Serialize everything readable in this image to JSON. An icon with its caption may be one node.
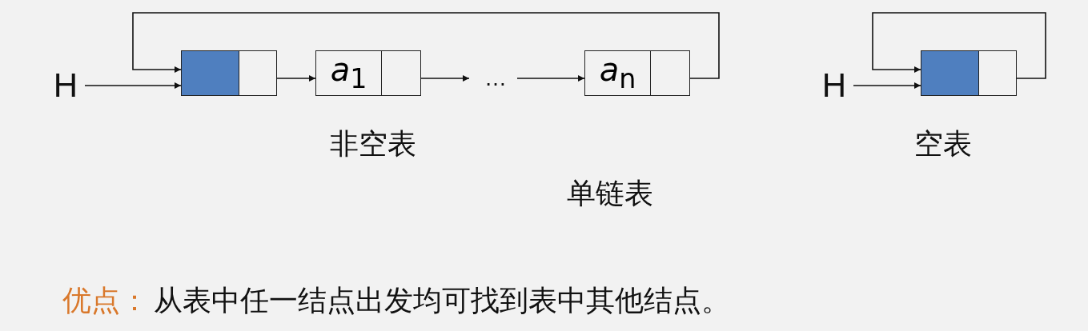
{
  "diagram": {
    "nodes": [
      {
        "text": [
          "H"
        ]
      },
      {
        "text": [],
        "shape": "box"
      },
      {
        "text": [
          "*a*$_{1}$"
        ]
      },
      {
        "text": [
          "…"
        ]
      },
      {
        "text": [
          "*a*$_{n}$"
        ]
      },
      {
        "text": [
          "H"
        ]
      },
      {
        "text": [],
        "shape": "box"
      }
    ],
    "edges": [
      {
        "from": 0,
        "to": 1,
        "arrow": "to"
      },
      {
        "from": 1,
        "to": 2,
        "arrow": "to"
      },
      {
        "from": 2,
        "to": 3,
        "arrow": "to"
      },
      {
        "from": 3,
        "to": 4,
        "arrow": "to"
      },
      {
        "from": 4,
        "to": 1,
        "arrow": "to"
      },
      {
        "from": 5,
        "to": 6,
        "arrow": "to"
      },
      {
        "from": 6,
        "to": 6,
        "arrow": "to"
      }
    ],
    "labels": [
      "非空表",
      "单链表",
      "空表",
      "优点：",
      "从表中任一结点出发均可找到表中其他结点。"
    ]
  }
}
